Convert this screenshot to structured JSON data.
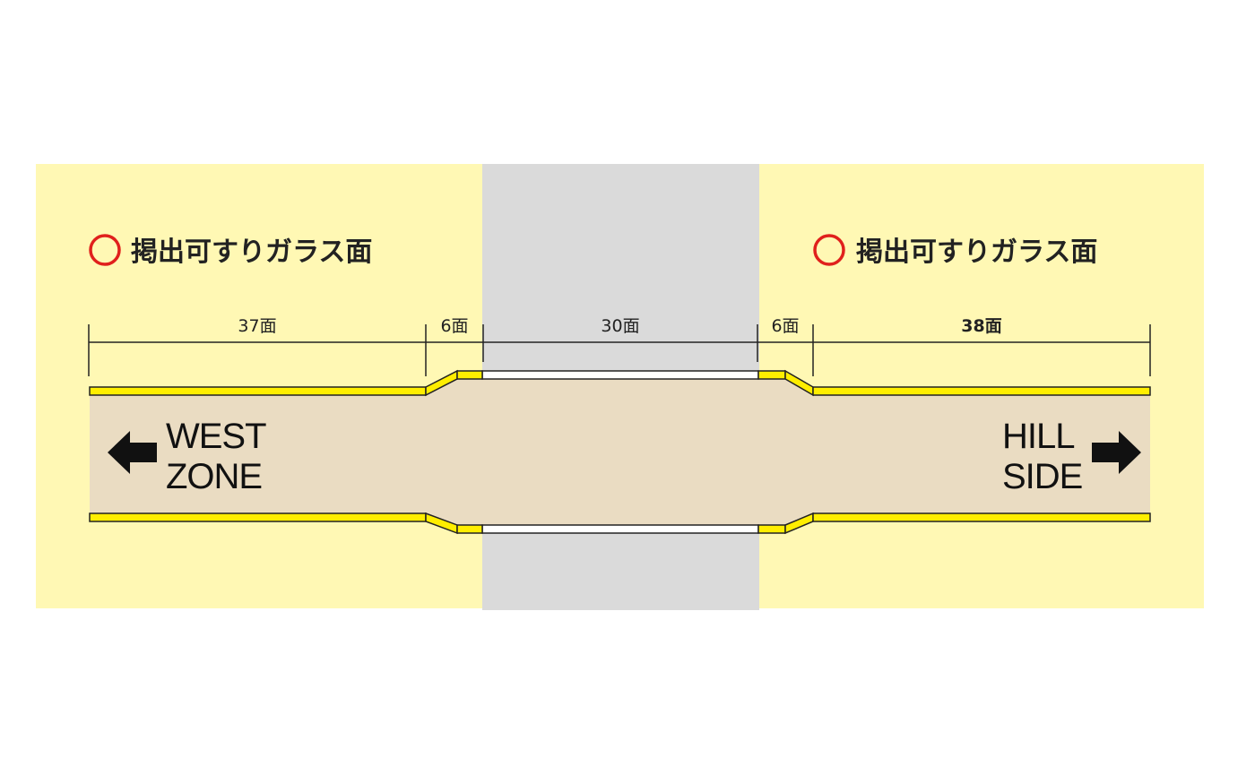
{
  "colors": {
    "allowed_zone": "#fff8b4",
    "excluded_zone": "#dadada",
    "road": "#eadcc2",
    "curb": "#ffee00",
    "marker": "#e0201c"
  },
  "headings": {
    "left": "掲出可すりガラス面",
    "right": "掲出可すりガラス面"
  },
  "dimensions": [
    {
      "label": "37面",
      "count": 37
    },
    {
      "label": "6面",
      "count": 6
    },
    {
      "label": "30面",
      "count": 30
    },
    {
      "label": "6面",
      "count": 6
    },
    {
      "label": "38面",
      "count": 38
    }
  ],
  "directions": {
    "left": {
      "line1": "WEST",
      "line2": "ZONE",
      "icon": "arrow-left-icon"
    },
    "right": {
      "line1": "HILL",
      "line2": "SIDE",
      "icon": "arrow-right-icon"
    }
  }
}
